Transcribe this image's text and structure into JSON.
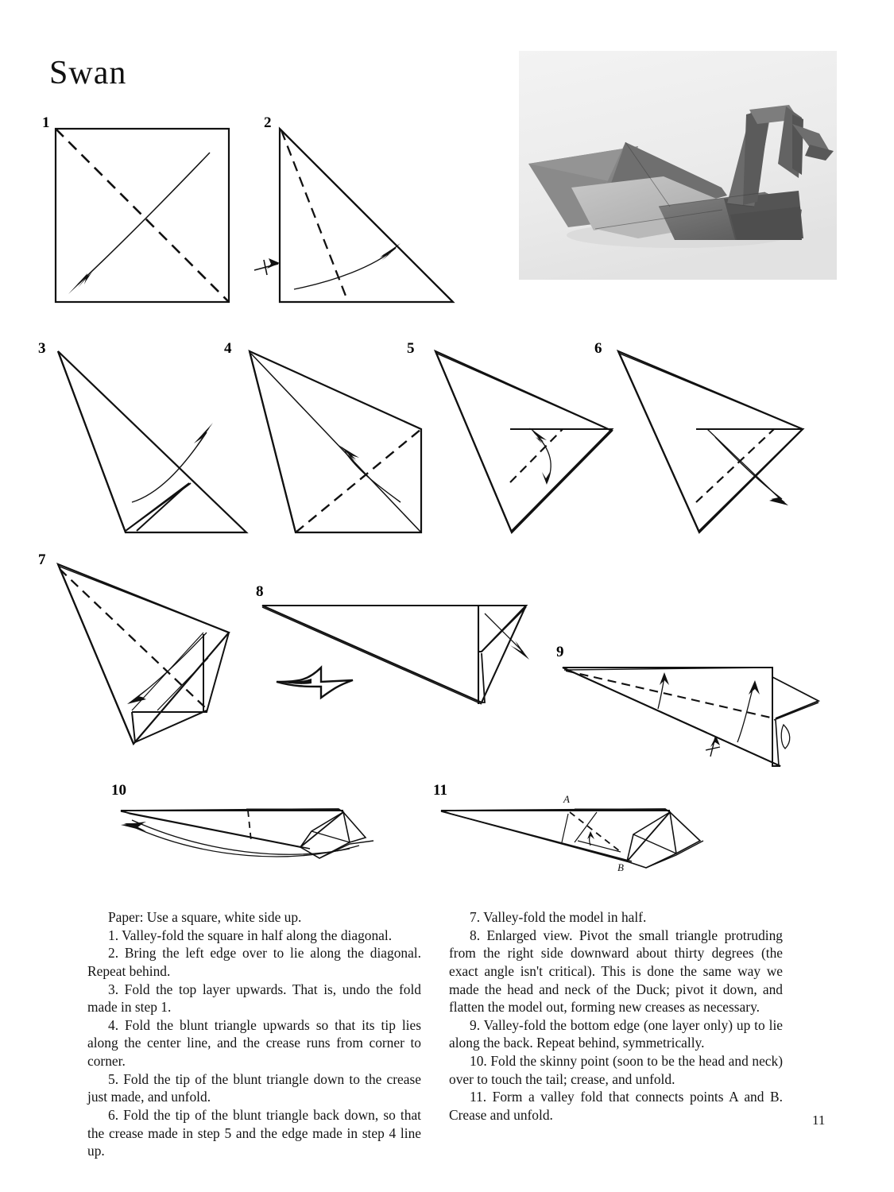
{
  "page": {
    "title": "Swan",
    "page_number": "11"
  },
  "photo": {
    "caption_alt": "origami-swan-photograph"
  },
  "steps": [
    {
      "number": "1"
    },
    {
      "number": "2"
    },
    {
      "number": "3"
    },
    {
      "number": "4"
    },
    {
      "number": "5"
    },
    {
      "number": "6"
    },
    {
      "number": "7"
    },
    {
      "number": "8"
    },
    {
      "number": "9"
    },
    {
      "number": "10"
    },
    {
      "number": "11"
    }
  ],
  "step11_labels": {
    "a": "A",
    "b": "B"
  },
  "instructions": {
    "left": [
      "Paper: Use a square, white side up.",
      "1. Valley-fold the square in half along the diagonal.",
      "2. Bring the left edge over to lie along the diagonal. Repeat behind.",
      "3. Fold the top layer upwards. That is, undo the fold made in step 1.",
      "4. Fold the blunt triangle upwards so that its tip lies along the center line, and the crease runs from corner to corner.",
      "5. Fold the tip of the blunt triangle down to the crease just made, and unfold.",
      "6. Fold the tip of the blunt triangle back down, so that the crease made in step 5 and the edge made in step 4 line up."
    ],
    "right": [
      "7. Valley-fold the model in half.",
      "8. Enlarged view. Pivot the small triangle protruding from the right side downward about thirty degrees (the exact angle isn't critical). This is done the same way we made the head and neck of the Duck; pivot it down, and flatten the model out, forming new creases as necessary.",
      "9. Valley-fold the bottom edge (one layer only) up to lie along the back. Repeat behind, symmetrically.",
      "10. Fold the skinny point (soon to be the head and neck) over to touch the tail; crease, and unfold.",
      "11. Form a valley fold that connects points A and B. Crease and unfold."
    ]
  },
  "colors": {
    "ink": "#111111",
    "paper": "#ffffff",
    "photo_background": "#ececec",
    "photo_paper_light": "#9a9a9a",
    "photo_paper_mid": "#7c7c7c",
    "photo_paper_dark": "#5e5e5e"
  }
}
